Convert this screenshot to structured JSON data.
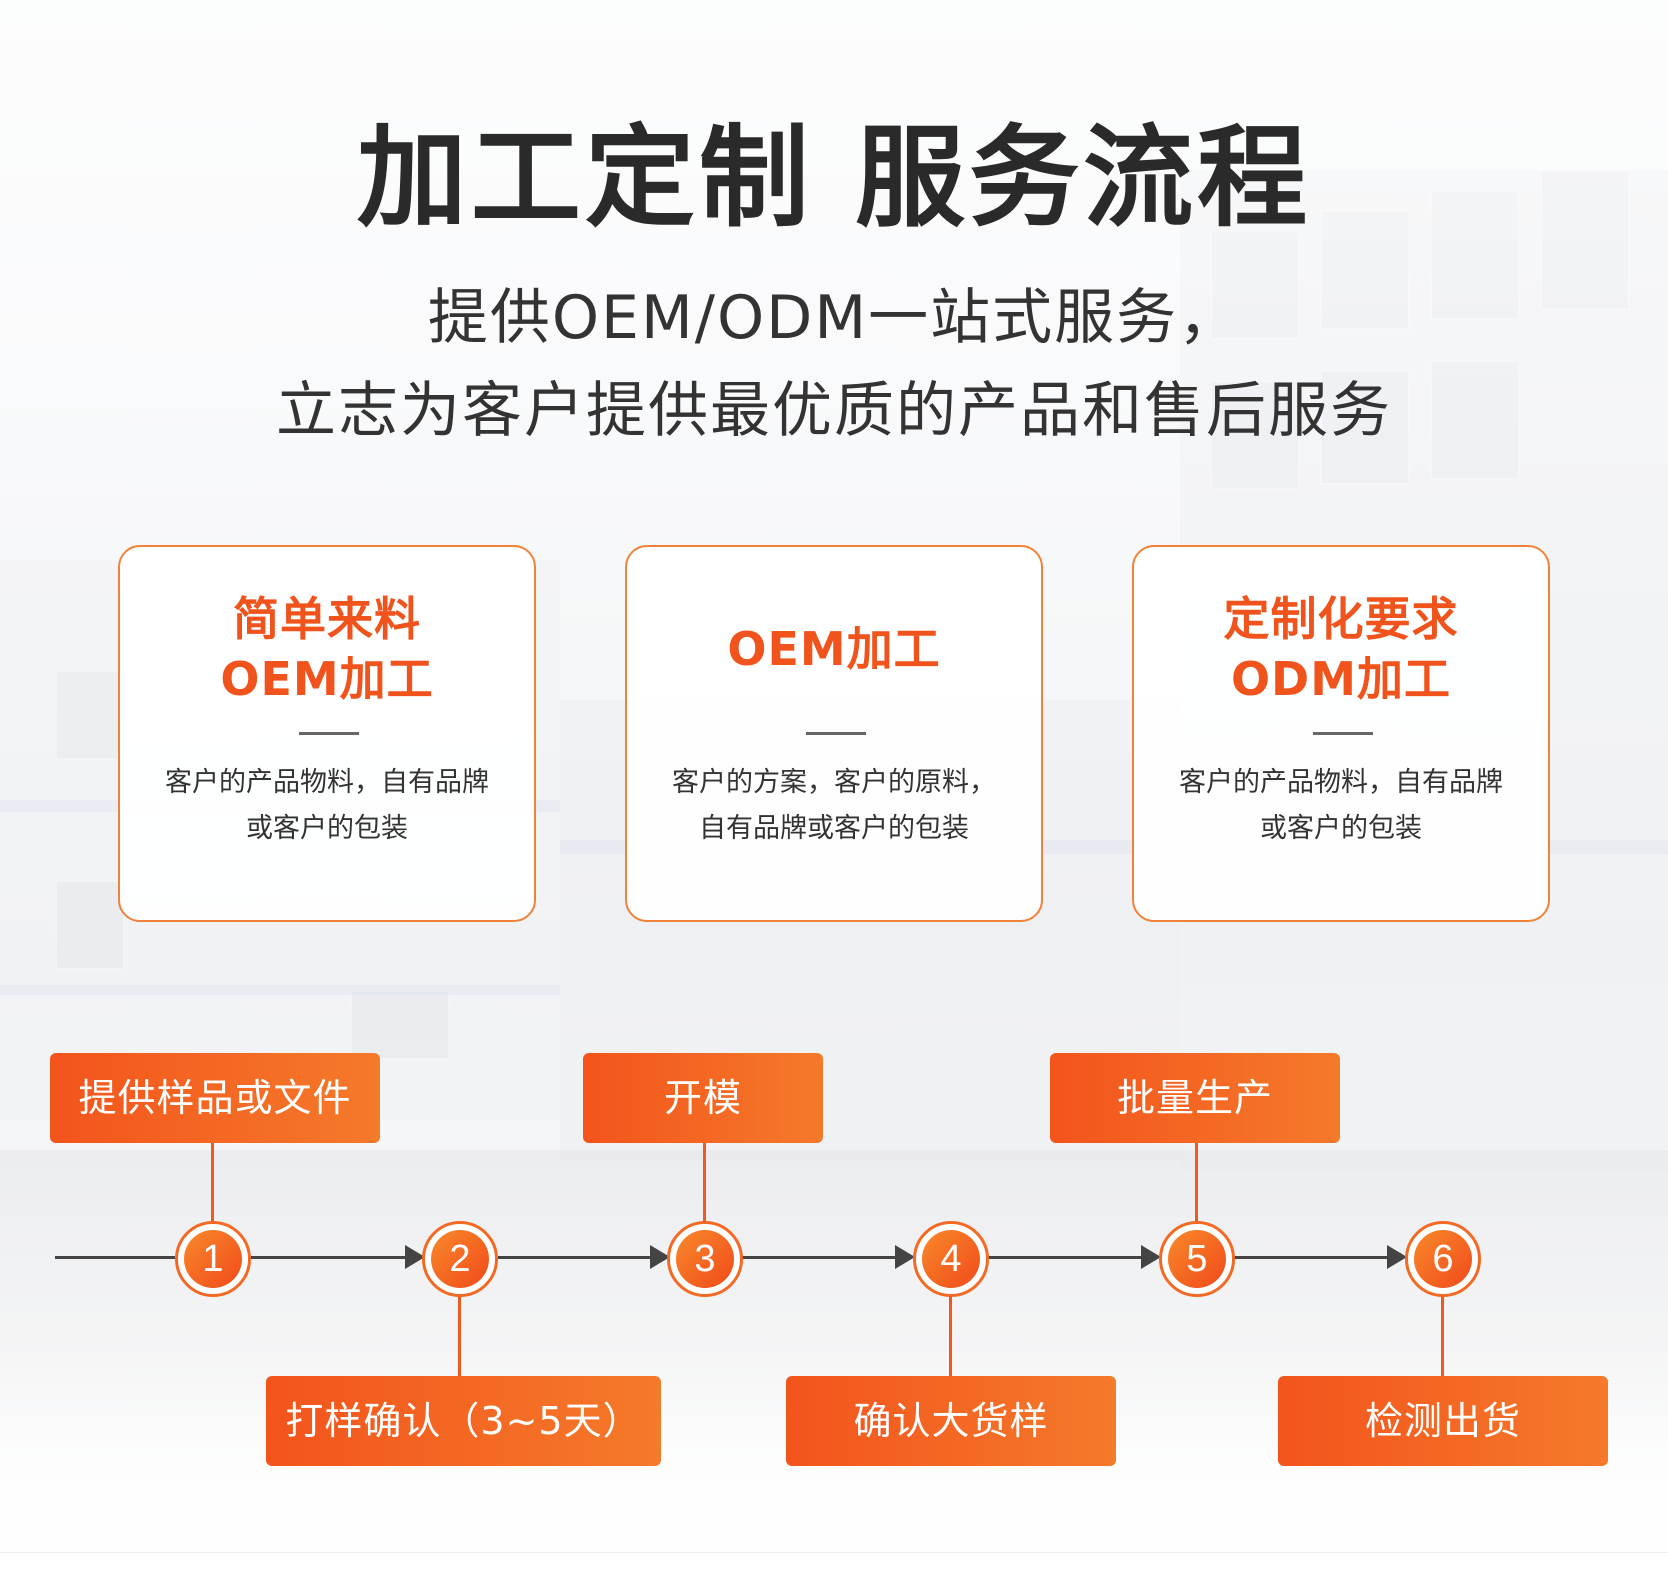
{
  "header": {
    "title": "加工定制 服务流程",
    "subtitle_line1": "提供OEM/ODM一站式服务，",
    "subtitle_line2": "立志为客户提供最优质的产品和售后服务"
  },
  "cards": [
    {
      "title_line1": "简单来料",
      "title_line2": "OEM加工",
      "desc_line1": "客户的产品物料，自有品牌",
      "desc_line2": "或客户的包装"
    },
    {
      "title": "OEM加工",
      "desc_line1": "客户的方案，客户的原料，",
      "desc_line2": "自有品牌或客户的包装"
    },
    {
      "title_line1": "定制化要求",
      "title_line2": "ODM加工",
      "desc_line1": "客户的产品物料，自有品牌",
      "desc_line2": "或客户的包装"
    }
  ],
  "steps": [
    {
      "number": "1",
      "label": "提供样品或文件"
    },
    {
      "number": "2",
      "label": "打样确认（3~5天）"
    },
    {
      "number": "3",
      "label": "开模"
    },
    {
      "number": "4",
      "label": "确认大货样"
    },
    {
      "number": "5",
      "label": "批量生产"
    },
    {
      "number": "6",
      "label": "检测出货"
    }
  ],
  "colors": {
    "accent": "#f0531c",
    "accent_light": "#f57a2a",
    "card_border": "#f0823a",
    "title_text": "#2a2a2a",
    "body_text": "#333333"
  }
}
